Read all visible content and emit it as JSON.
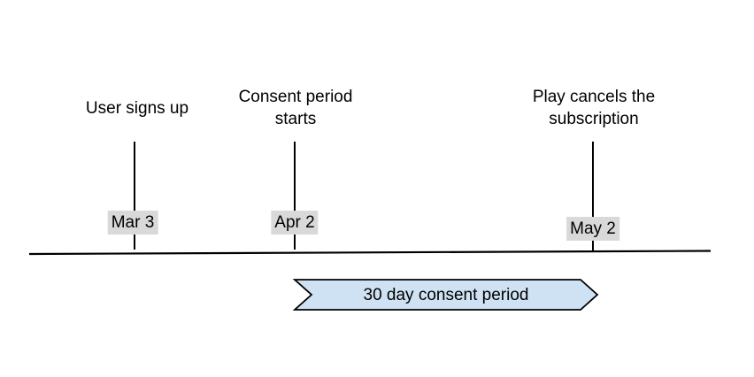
{
  "diagram": {
    "type": "timeline",
    "events": [
      {
        "label": "User signs up",
        "date": "Mar 3"
      },
      {
        "label": "Consent period starts",
        "date": "Apr 2"
      },
      {
        "label": "Play cancels the subscription",
        "date": "May 2"
      }
    ],
    "span": {
      "label": "30 day consent period"
    },
    "colors": {
      "background": "#ffffff",
      "text": "#000000",
      "line": "#000000",
      "date_chip_background": "#d9d9d9",
      "ribbon_fill": "#cfe2f3",
      "ribbon_border": "#000000"
    }
  }
}
